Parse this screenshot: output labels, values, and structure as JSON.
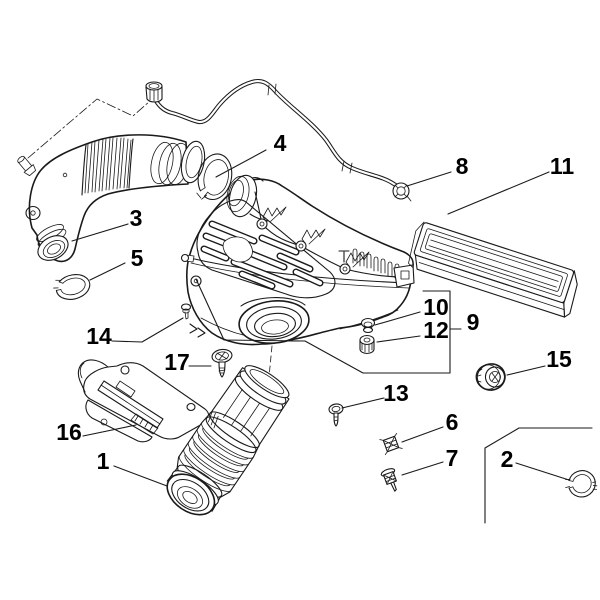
{
  "figure": {
    "type": "exploded-parts-diagram",
    "background_color": "#ffffff",
    "line_color": "#1a1a1a",
    "label_color": "#000000",
    "callouts": [
      {
        "number": "1"
      },
      {
        "number": "2"
      },
      {
        "number": "3"
      },
      {
        "number": "4"
      },
      {
        "number": "5"
      },
      {
        "number": "6"
      },
      {
        "number": "7"
      },
      {
        "number": "8"
      },
      {
        "number": "9"
      },
      {
        "number": "10"
      },
      {
        "number": "11"
      },
      {
        "number": "12"
      },
      {
        "number": "13"
      },
      {
        "number": "14"
      },
      {
        "number": "15"
      },
      {
        "number": "16"
      },
      {
        "number": "17"
      }
    ]
  }
}
